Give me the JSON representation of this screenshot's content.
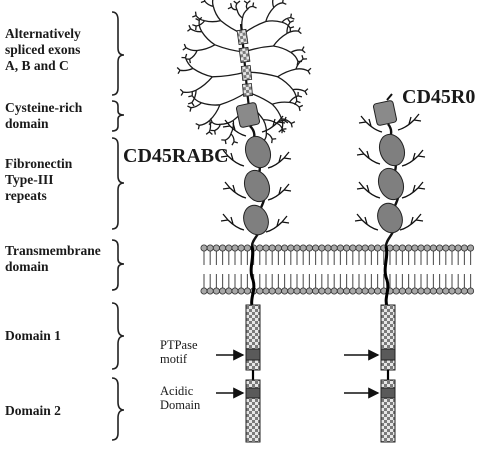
{
  "region_labels": {
    "spliced_exons": "Alternatively\nspliced exons\nA, B and C",
    "cysteine_rich": "Cysteine-rich\ndomain",
    "fibronectin": "Fibronectin\nType-III\nrepeats",
    "transmembrane": "Transmembrane\ndomain",
    "domain1": "Domain 1",
    "domain2": "Domain 2"
  },
  "isoforms": {
    "left": "CD45RABC",
    "right": "CD45R0"
  },
  "annotations": {
    "ptpase": "PTPase\nmotif",
    "acidic": "Acidic\nDomain"
  }
}
